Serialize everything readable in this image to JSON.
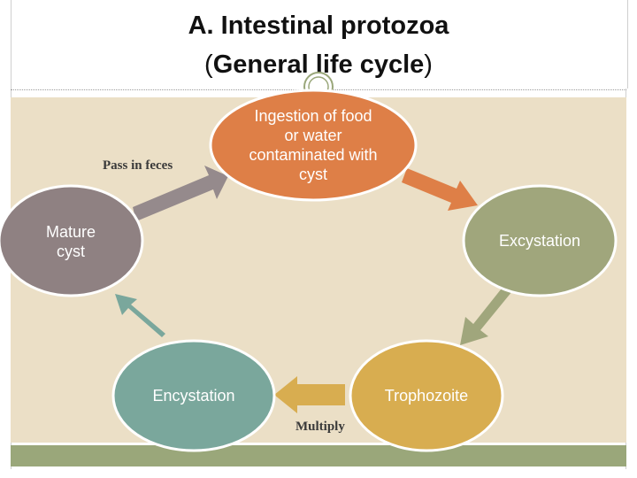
{
  "title": {
    "line1": "A. Intestinal protozoa",
    "line2_open": "(",
    "line2_main": "General life cycle",
    "line2_close": ")"
  },
  "diagram": {
    "nodes": {
      "ingestion": {
        "label": "Ingestion of food or water contaminated with cyst",
        "color": "#de7f47"
      },
      "excystation": {
        "label": "Excystation",
        "color": "#a0a67c"
      },
      "trophozoite": {
        "label": "Trophozoite",
        "color": "#d8ad50"
      },
      "encystation": {
        "label": "Encystation",
        "color": "#7aa79c"
      },
      "mature_cyst": {
        "label": "Mature cyst",
        "color": "#8f8182"
      }
    },
    "edges": {
      "pass_in_feces": "Pass in feces",
      "multiply": "Multiply"
    }
  }
}
